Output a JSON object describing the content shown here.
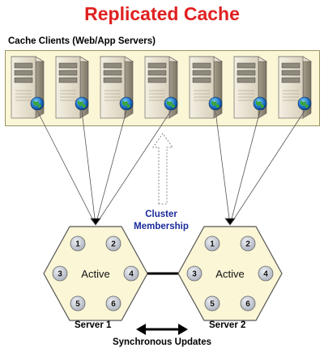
{
  "title": "Replicated Cache",
  "clients": {
    "label": "Cache Clients (Web/App Servers)",
    "server_icon": "server-tower-globe-icon",
    "count": 7
  },
  "cluster": {
    "label_line1": "Cluster",
    "label_line2": "Membership"
  },
  "servers": [
    {
      "label": "Server 1",
      "status": "Active",
      "nodes": [
        "1",
        "2",
        "3",
        "4",
        "5",
        "6"
      ]
    },
    {
      "label": "Server 2",
      "status": "Active",
      "nodes": [
        "1",
        "2",
        "3",
        "4",
        "5",
        "6"
      ]
    }
  ],
  "sync_label": "Synchronous Updates",
  "colors": {
    "title": "#e02020",
    "cluster_label": "#1a2a9a",
    "client_box": "#fbf6d6",
    "hexagon_fill": "#fbf6d6",
    "node_fill": "#c8ccd4"
  }
}
